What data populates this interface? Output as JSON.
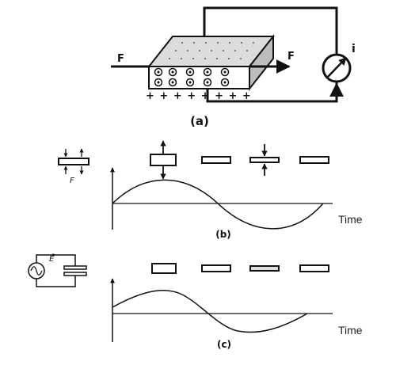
{
  "panel_a": {
    "caption": "(a)",
    "force_left": "F",
    "force_right": "F",
    "current": "i",
    "charge_row": "+ + + + + + + +"
  },
  "panel_b": {
    "caption": "(b)",
    "time_label": "Time",
    "force_label": "F"
  },
  "panel_c": {
    "caption": "(c)",
    "time_label": "Time",
    "source_label": "E"
  },
  "colors": {
    "ink": "#111111",
    "block_top": "#dddddd",
    "block_side": "#bbbbbb"
  }
}
